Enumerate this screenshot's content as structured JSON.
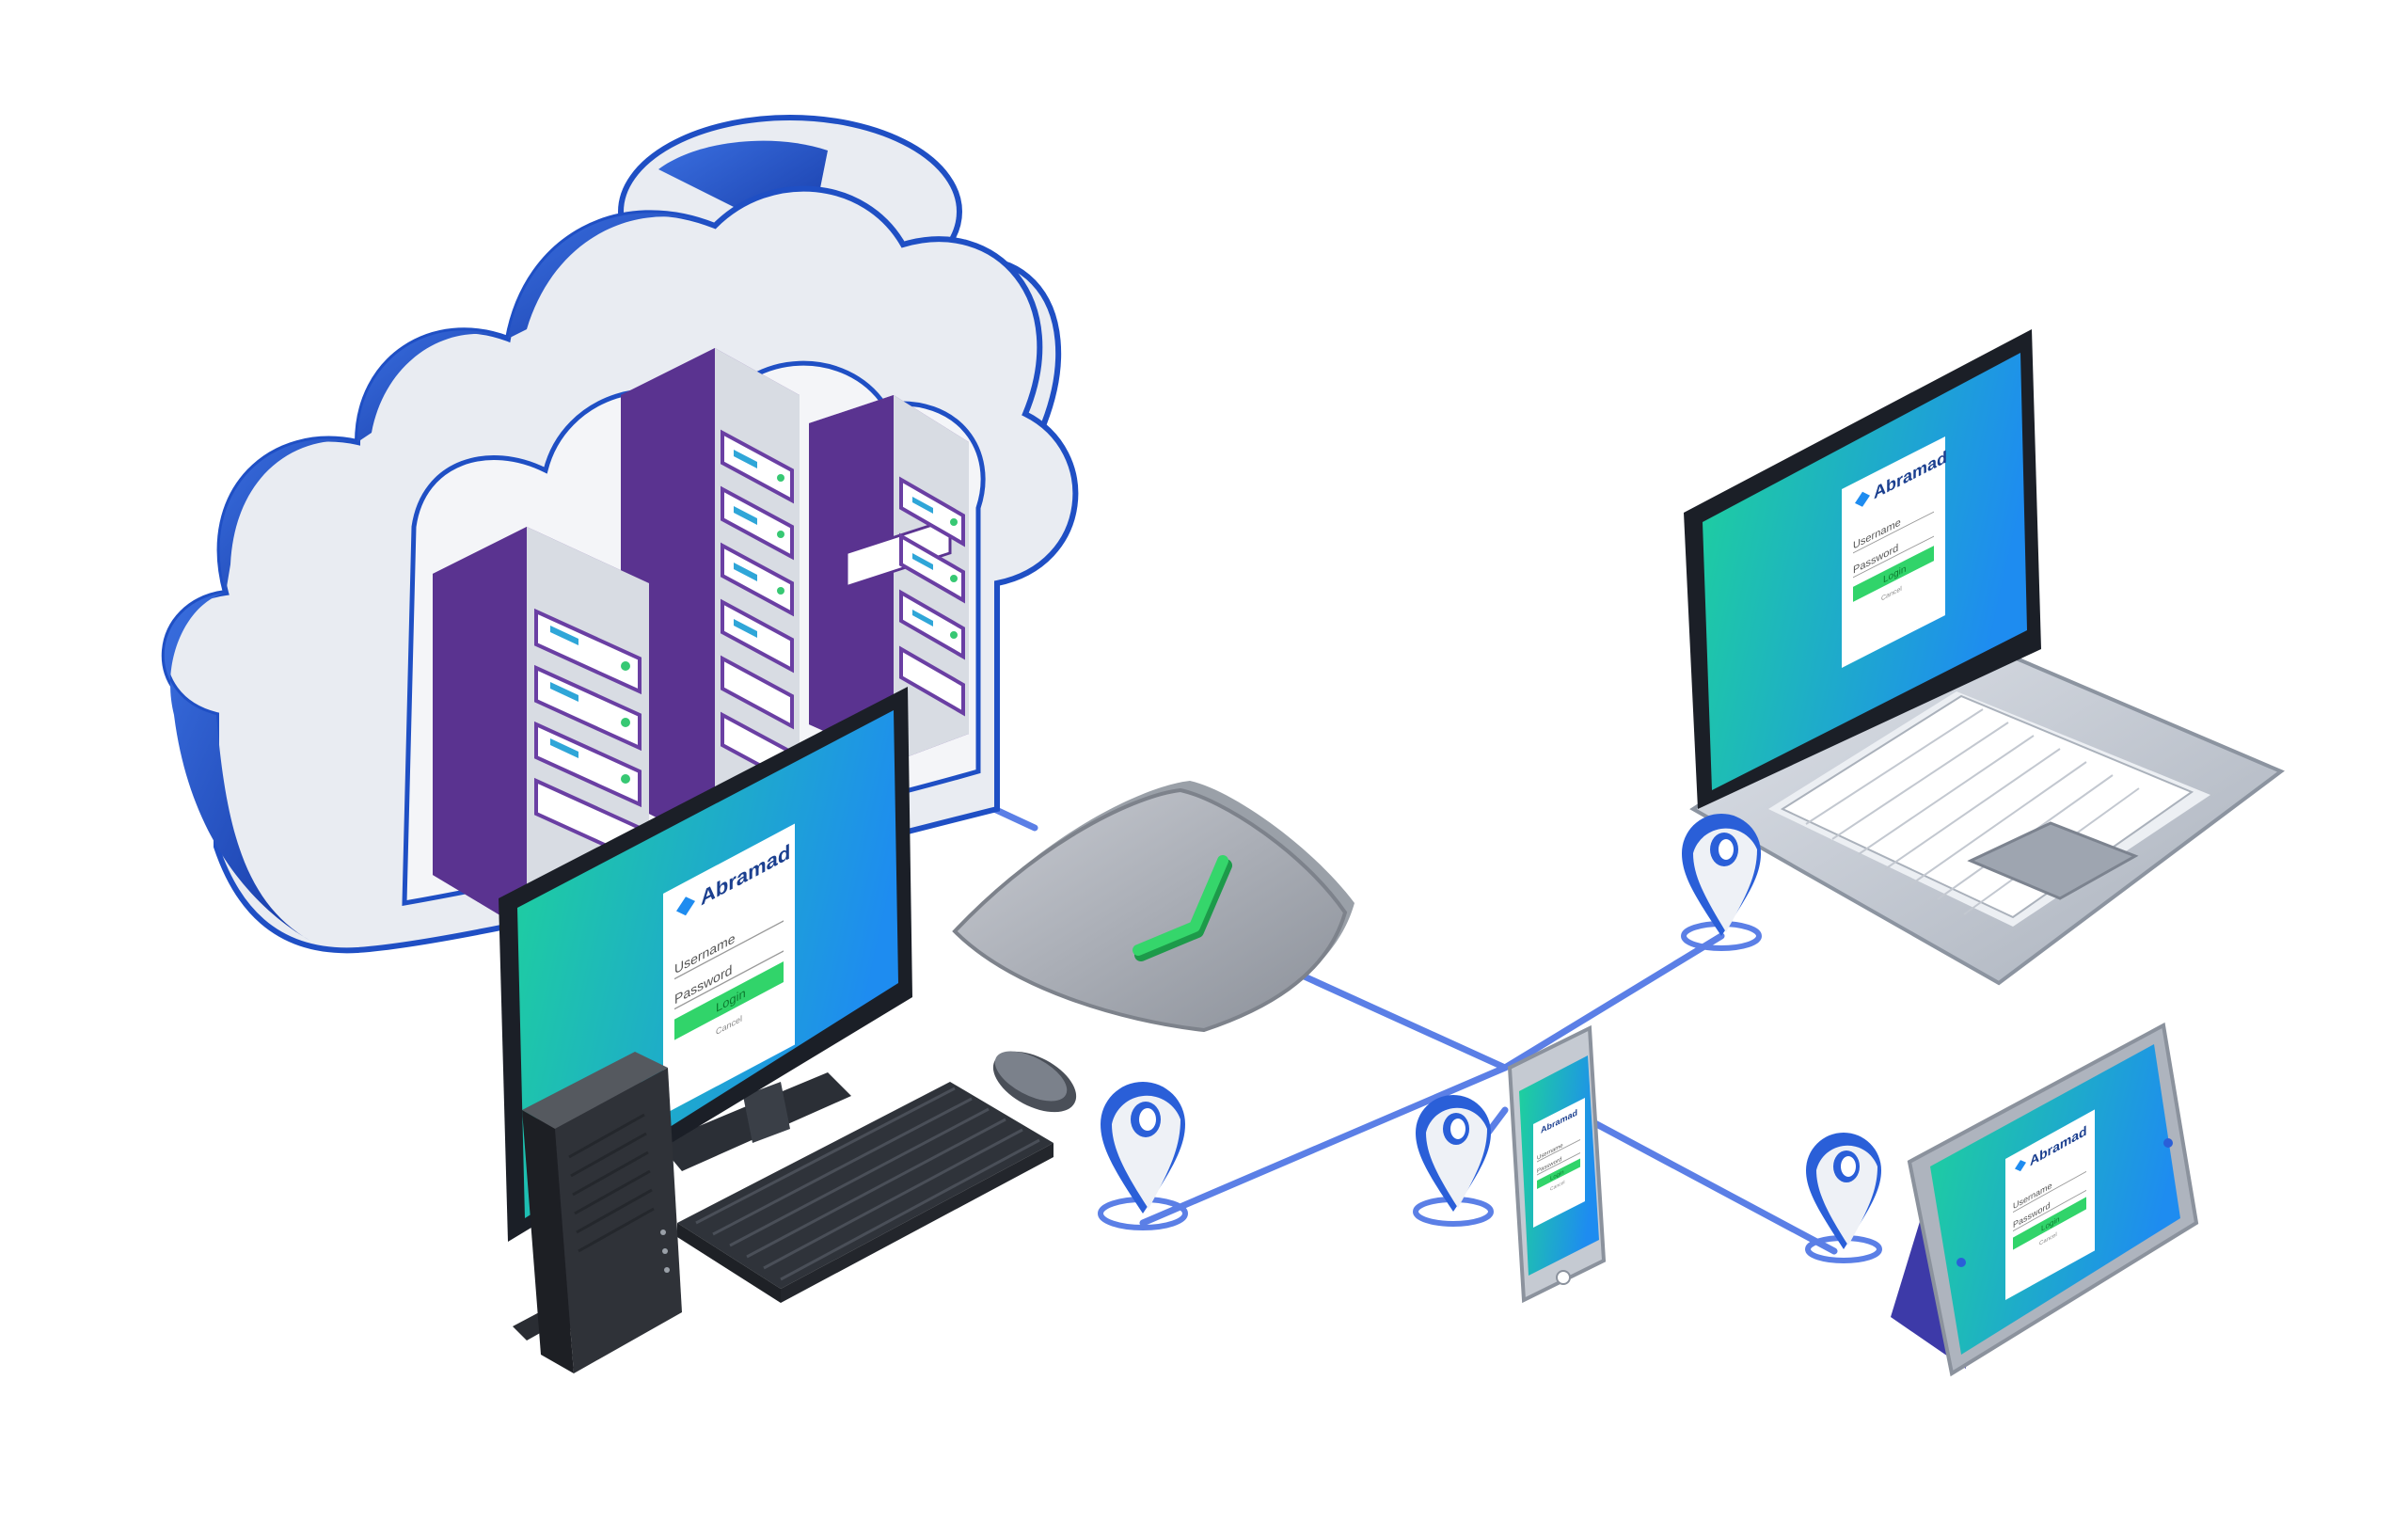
{
  "colors": {
    "cloud_blue": "#1f4fc4",
    "cloud_white": "#e9ecf2",
    "server_purple": "#7a4fb0",
    "link_line": "#5b7fe6",
    "pin_blue": "#2a5fd8",
    "check_green": "#35d66b",
    "screen_green": "#1ed39a",
    "screen_blue": "#1e8cf0",
    "login_button": "#31d46a"
  },
  "login_panel": {
    "brand": "Abramad",
    "username_label": "Username",
    "password_label": "Password",
    "button_label": "Login",
    "cancel_label": "Cancel"
  },
  "icons": [
    "cloud-icon",
    "server-rack-icon",
    "shield-check-icon",
    "location-pin-icon",
    "desktop-icon",
    "laptop-icon",
    "phone-icon",
    "tablet-icon"
  ]
}
